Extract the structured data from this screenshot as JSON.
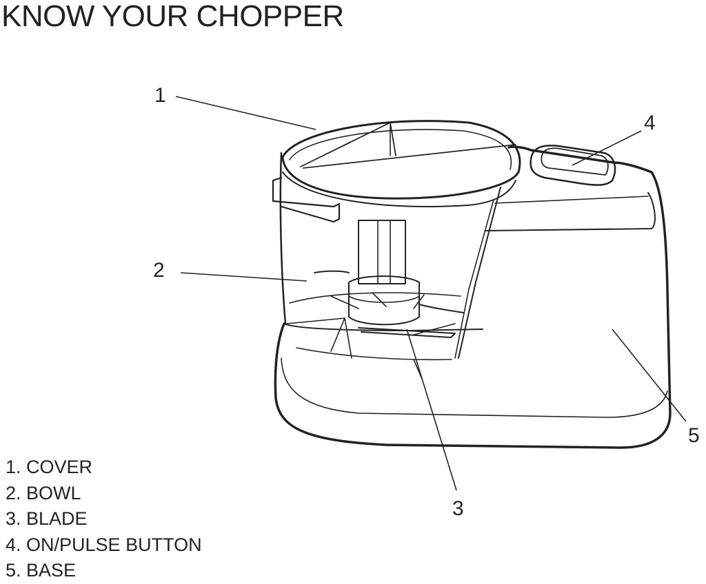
{
  "title": "KNOW YOUR CHOPPER",
  "callouts": [
    "1",
    "2",
    "3",
    "4",
    "5"
  ],
  "legend": [
    "1. COVER",
    "2. BOWL",
    "3. BLADE",
    "4. ON/PULSE BUTTON",
    "5. BASE"
  ]
}
